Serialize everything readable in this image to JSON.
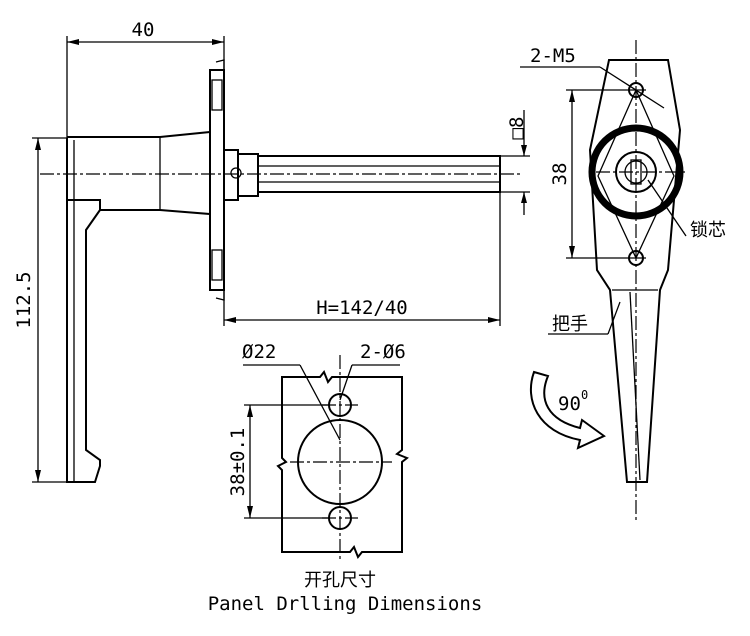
{
  "dimensions": {
    "width_40": "40",
    "height_112_5": "112.5",
    "square_8": "□8",
    "spacing_38": "38",
    "shaft_length": "H=142/40",
    "hole_22": "Ø22",
    "holes_2x6": "2-Ø6",
    "panel_38": "38±0.1",
    "screws_2xM5": "2-M5"
  },
  "labels": {
    "lock_core": "锁芯",
    "handle": "把手",
    "rotation": "90",
    "rotation_degree": "0"
  },
  "caption": {
    "chinese": "开孔尺寸",
    "english": "Panel Drlling Dimensions"
  }
}
